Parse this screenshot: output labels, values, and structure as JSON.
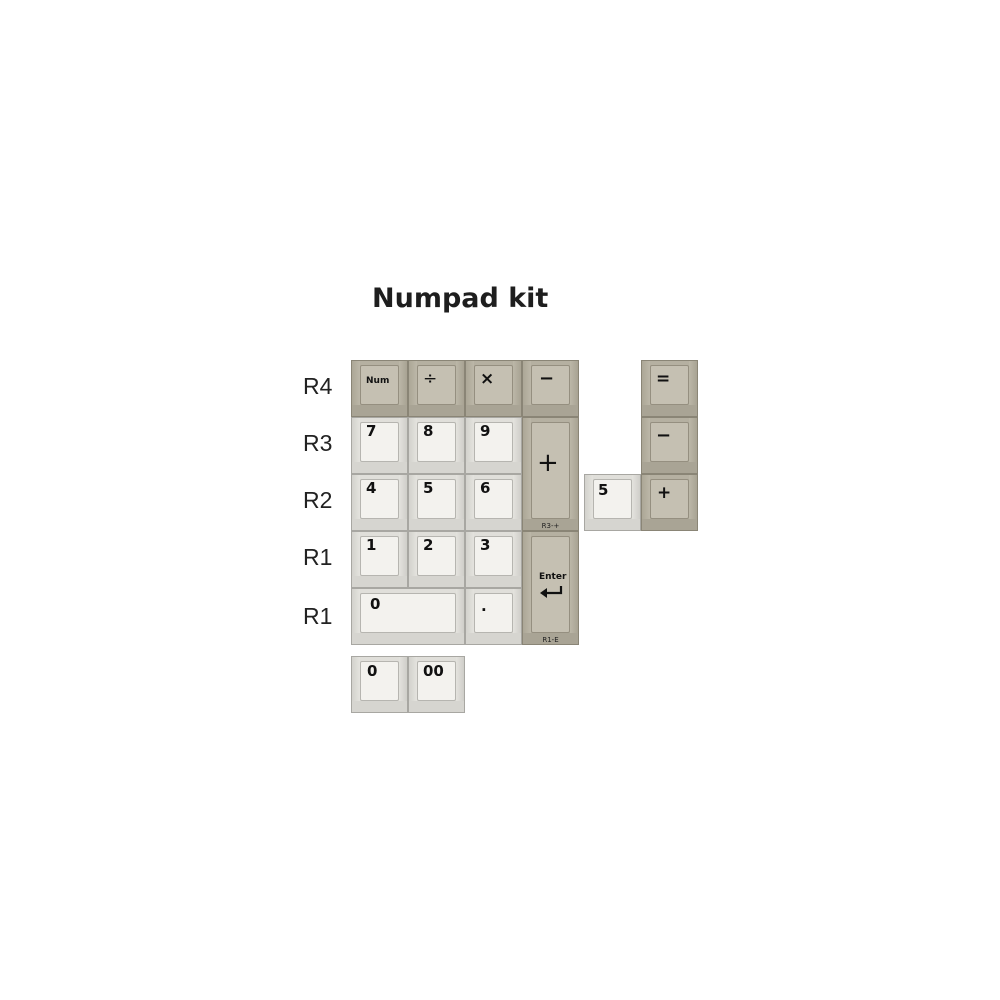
{
  "title": "Numpad kit",
  "row_labels": [
    "R4",
    "R3",
    "R2",
    "R1",
    "R1"
  ],
  "colors": {
    "dark_keycap": "#b5b0a1",
    "light_keycap": "#f3f2ee",
    "legend": "#111111"
  },
  "keys": {
    "num": {
      "legend": "Num"
    },
    "divide": {
      "legend": "÷"
    },
    "multiply": {
      "legend": "×"
    },
    "minus": {
      "legend": "−"
    },
    "seven": {
      "legend": "7"
    },
    "eight": {
      "legend": "8"
    },
    "nine": {
      "legend": "9"
    },
    "plus_tall": {
      "legend": "+",
      "sublabel": "R3-+"
    },
    "four": {
      "legend": "4"
    },
    "five": {
      "legend": "5"
    },
    "six": {
      "legend": "6"
    },
    "one": {
      "legend": "1"
    },
    "two": {
      "legend": "2"
    },
    "three": {
      "legend": "3"
    },
    "enter": {
      "legend": "Enter",
      "icon": "return-arrow-icon",
      "sublabel": "R1-E"
    },
    "zero_wide": {
      "legend": "0"
    },
    "decimal": {
      "legend": "."
    },
    "extra_five": {
      "legend": "5"
    },
    "equals": {
      "legend": "="
    },
    "extra_minus": {
      "legend": "−"
    },
    "extra_plus": {
      "legend": "+"
    },
    "extra_zero": {
      "legend": "0"
    },
    "double_zero": {
      "legend": "00"
    }
  }
}
